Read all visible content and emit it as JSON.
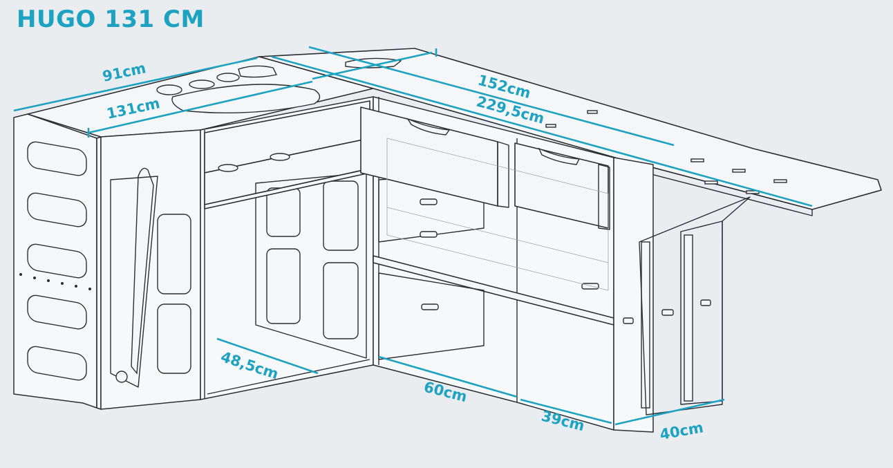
{
  "title": "HUGO 131 CM",
  "dimensions": {
    "d91": "91cm",
    "d131": "131cm",
    "d152": "152cm",
    "d2295": "229,5cm",
    "d485": "48,5cm",
    "d60": "60cm",
    "d39": "39cm",
    "d40": "40cm"
  },
  "colors": {
    "accent": "#1da2c1",
    "line": "#2b2f33",
    "background": "#e9edf0"
  }
}
